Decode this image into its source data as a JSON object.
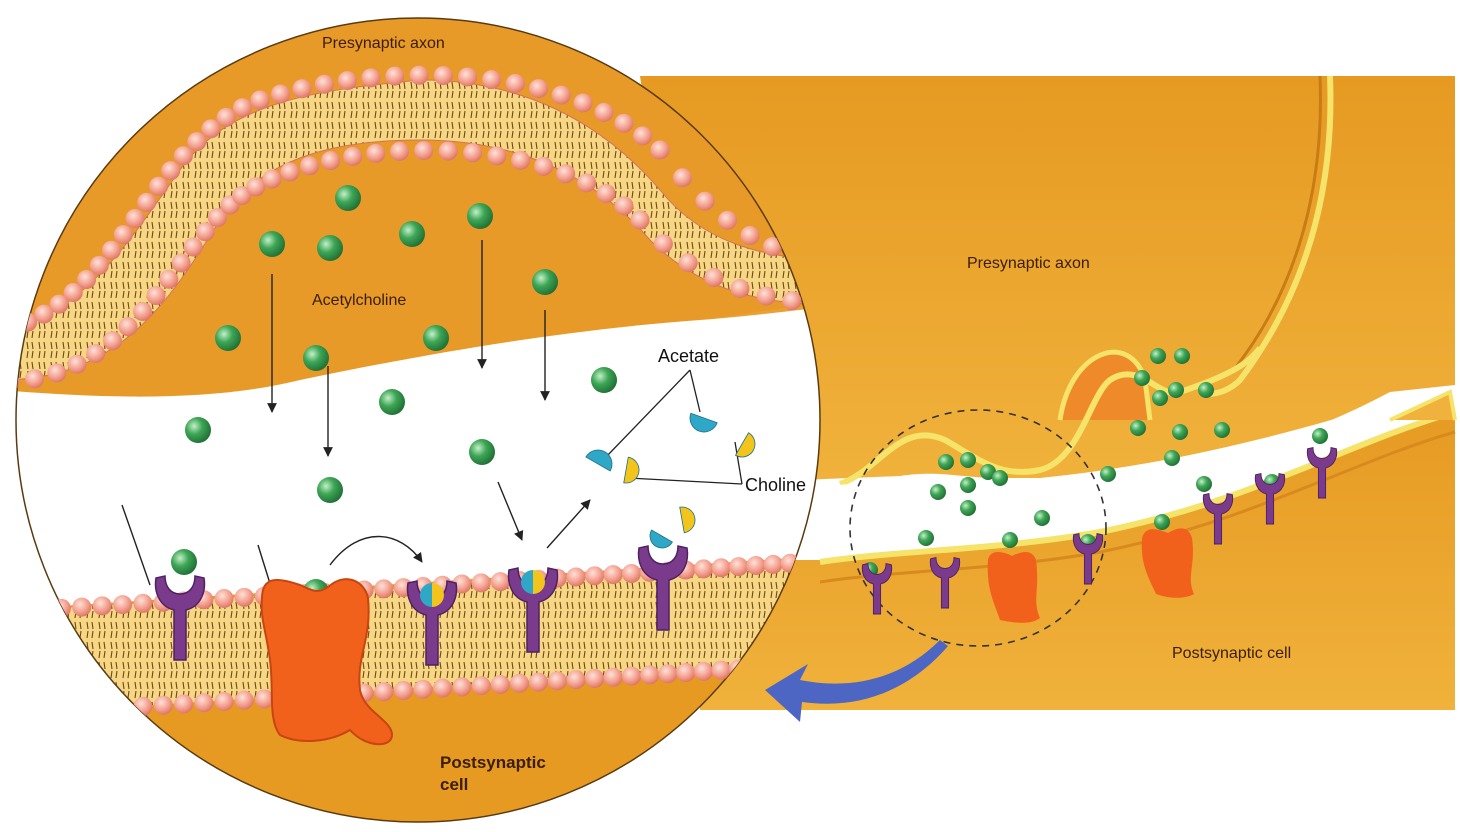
{
  "labels": {
    "inset_presynaptic": "Presynaptic axon",
    "acetylcholine": "Acetylcholine",
    "acetate": "Acetate",
    "choline": "Choline",
    "inset_postsynaptic_line1": "Postsynaptic",
    "inset_postsynaptic_line2": "cell",
    "main_presynaptic": "Presynaptic axon",
    "main_postsynaptic": "Postsynaptic cell"
  },
  "colors": {
    "axon_fill": "#e9a12a",
    "membrane_band": "#f6d47c",
    "membrane_edge": "#f2e36a",
    "phospholipid_head": "#f3a08e",
    "cleft": "#ffffff",
    "acetylcholine": "#2f9b4a",
    "receptor": "#7a3b8c",
    "channel": "#f2611c",
    "acetate": "#2fa8c8",
    "choline": "#f3c41c",
    "arrow": "#4d66c4"
  },
  "icons": {
    "receptor": "y-shaped-receptor-icon",
    "channel": "ion-channel-icon",
    "molecule": "acetylcholine-molecule-icon"
  }
}
